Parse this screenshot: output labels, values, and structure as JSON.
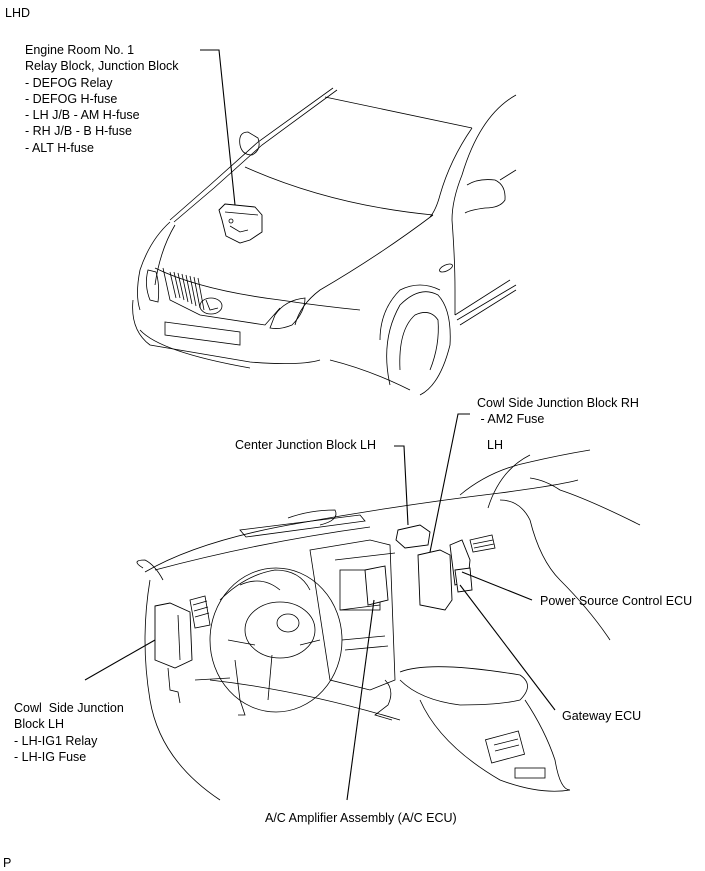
{
  "header": {
    "drive_label": "LHD"
  },
  "footer": {
    "code": "P"
  },
  "callouts": {
    "engine_room": {
      "title_lines": [
        "Engine Room No. 1",
        "Relay Block, Junction Block"
      ],
      "items": [
        "- DEFOG Relay",
        "- DEFOG H-fuse",
        "- LH J/B - AM H-fuse",
        "- RH J/B - B H-fuse",
        "- ALT H-fuse"
      ]
    },
    "cowl_rh": {
      "title": "Cowl Side Junction Block RH",
      "items": [
        " - AM2 Fuse"
      ]
    },
    "center_jb": {
      "title": "Center Junction Block LH"
    },
    "lh_marker": {
      "text": "LH"
    },
    "power_source": {
      "title": "Power Source Control ECU"
    },
    "gateway": {
      "title": "Gateway ECU"
    },
    "cowl_lh": {
      "title_lines": [
        "Cowl  Side Junction",
        "Block LH"
      ],
      "items": [
        "- LH-IG1 Relay",
        "- LH-IG Fuse"
      ]
    },
    "ac_amp": {
      "title": "A/C Amplifier Assembly (A/C ECU)"
    }
  }
}
